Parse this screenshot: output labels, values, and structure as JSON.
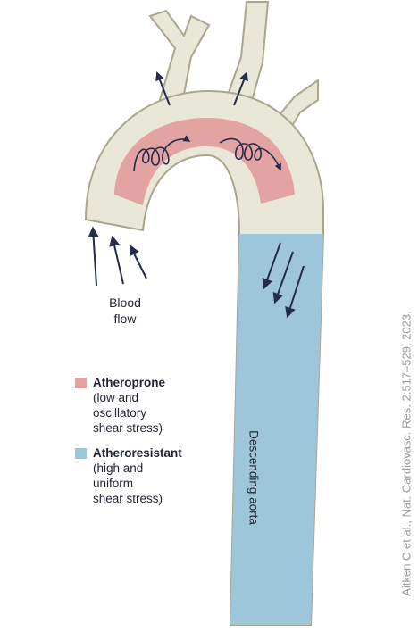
{
  "diagram": {
    "flow_label_lines": [
      "Blood",
      "flow"
    ],
    "descending_label": "Descending aorta",
    "legend": [
      {
        "title": "Atheroprone",
        "desc_lines": [
          "(low and",
          "oscillatory",
          "shear stress)"
        ],
        "color": "#e3a3a3"
      },
      {
        "title": "Atheroresistant",
        "desc_lines": [
          "(high and",
          "uniform",
          "shear stress)"
        ],
        "color": "#9dc6db"
      }
    ],
    "colors": {
      "vessel_wall": "#e9e7d7",
      "vessel_outline": "#a9a68c",
      "arrow": "#232c48"
    }
  },
  "citation": "Aitken C et al., Nat. Cardiovasc. Res. 2:517–529, 2023."
}
